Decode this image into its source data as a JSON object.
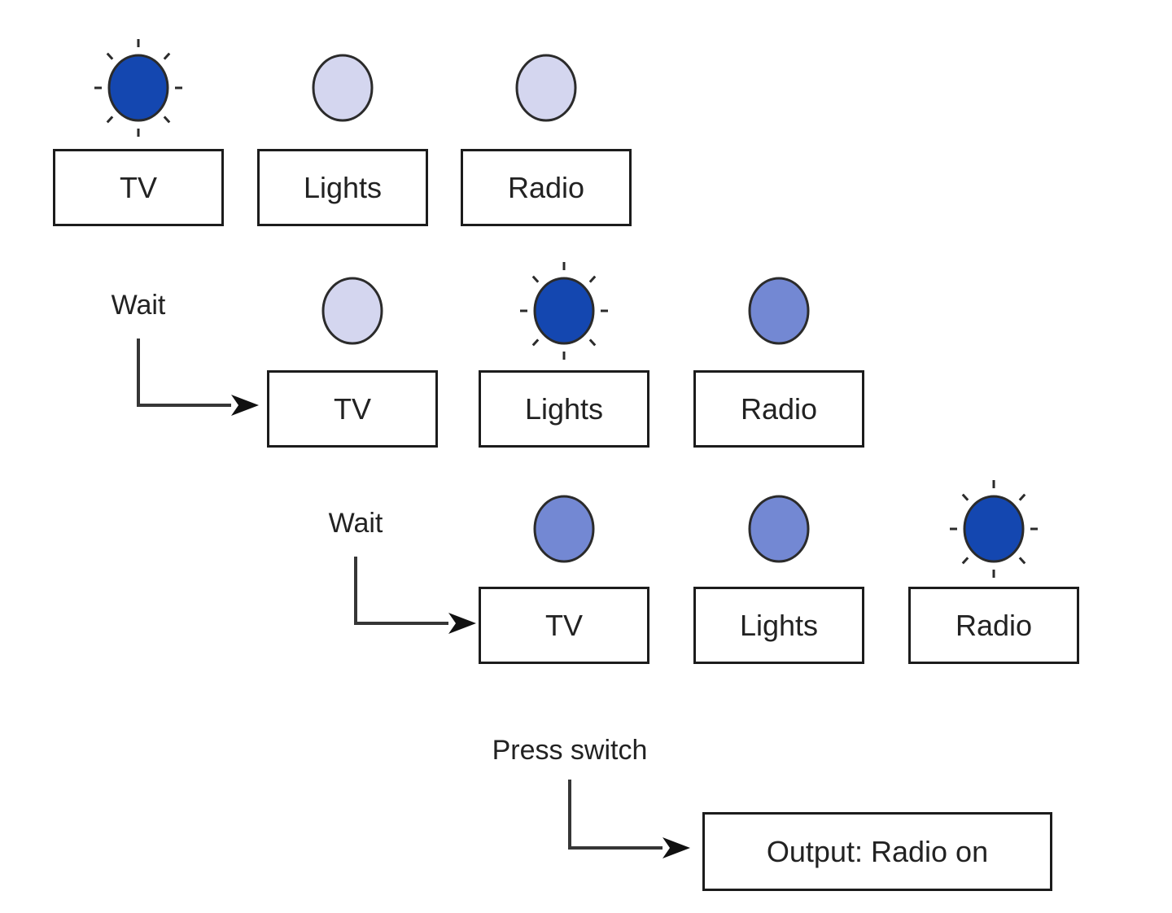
{
  "colors": {
    "lamp_on": "#1447b0",
    "lamp_off": "#d4d6ef",
    "lamp_dim": "#7388d3",
    "lamp_outline": "#2b2b2b",
    "arrow": "#363636",
    "box_border": "#1c1c1c"
  },
  "icons": {
    "lamp_on": "glowing-filled-circle-with-rays",
    "lamp_off": "pale-filled-circle",
    "lamp_dim": "medium-filled-circle"
  },
  "rows": [
    {
      "devices": [
        {
          "label": "TV",
          "state": "on"
        },
        {
          "label": "Lights",
          "state": "off"
        },
        {
          "label": "Radio",
          "state": "off"
        }
      ]
    },
    {
      "arrow_label": "Wait",
      "devices": [
        {
          "label": "TV",
          "state": "off"
        },
        {
          "label": "Lights",
          "state": "on"
        },
        {
          "label": "Radio",
          "state": "dim"
        }
      ]
    },
    {
      "arrow_label": "Wait",
      "devices": [
        {
          "label": "TV",
          "state": "dim"
        },
        {
          "label": "Lights",
          "state": "dim"
        },
        {
          "label": "Radio",
          "state": "on"
        }
      ]
    }
  ],
  "output": {
    "arrow_label": "Press switch",
    "label": "Output: Radio on"
  }
}
